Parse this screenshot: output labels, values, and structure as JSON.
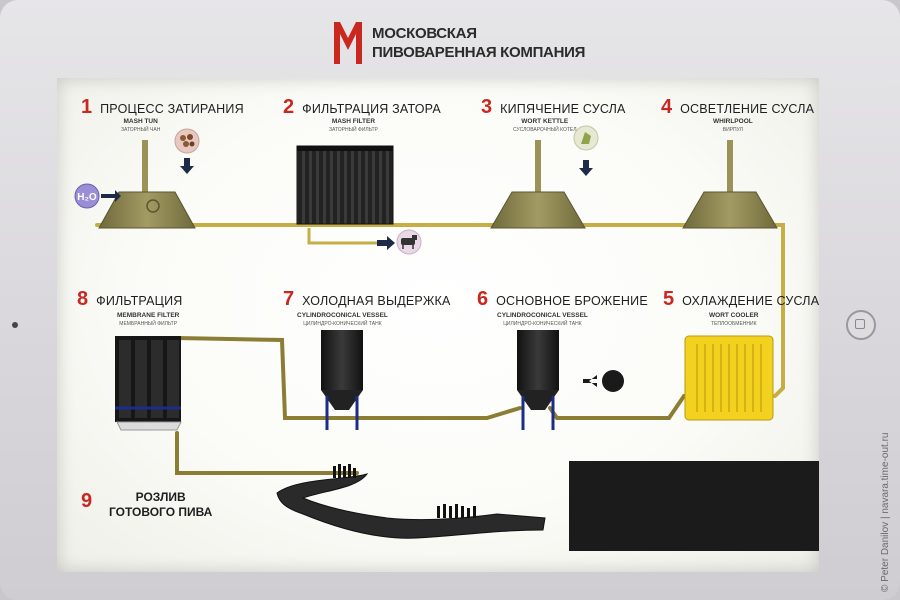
{
  "brand": {
    "line1": "МОСКОВСКАЯ",
    "line2": "ПИВОВАРЕННАЯ КОМПАНИЯ",
    "logo_color": "#c8281f"
  },
  "steps": [
    {
      "num": "1",
      "title": "ПРОЦЕСС ЗАТИРАНИЯ",
      "sub": "MASH TUN",
      "sub_ru": "ЗАТОРНЫЙ ЧАН"
    },
    {
      "num": "2",
      "title": "ФИЛЬТРАЦИЯ ЗАТОРА",
      "sub": "MASH FILTER",
      "sub_ru": "ЗАТОРНЫЙ ФИЛЬТР"
    },
    {
      "num": "3",
      "title": "КИПЯЧЕНИЕ СУСЛА",
      "sub": "WORT KETTLE",
      "sub_ru": "СУСЛОВАРОЧНЫЙ КОТЕЛ"
    },
    {
      "num": "4",
      "title": "ОСВЕТЛЕНИЕ СУСЛА",
      "sub": "WHIRLPOOL",
      "sub_ru": "ВИРПУЛ"
    },
    {
      "num": "5",
      "title": "ОХЛАЖДЕНИЕ СУСЛА",
      "sub": "WORT COOLER",
      "sub_ru": "ТЕПЛООБМЕННИК"
    },
    {
      "num": "6",
      "title": "ОСНОВНОЕ БРОЖЕНИЕ",
      "sub": "CYLINDROCONICAL VESSEL",
      "sub_ru": "ЦИЛИНДРО-КОНИЧЕСКИЙ ТАНК"
    },
    {
      "num": "7",
      "title": "ХОЛОДНАЯ ВЫДЕРЖКА",
      "sub": "CYLINDROCONICAL VESSEL",
      "sub_ru": "ЦИЛИНДРО-КОНИЧЕСКИЙ ТАНК"
    },
    {
      "num": "8",
      "title": "ФИЛЬТРАЦИЯ",
      "sub": "MEMBRANE FILTER",
      "sub_ru": "МЕМБРАННЫЙ ФИЛЬТР"
    },
    {
      "num": "9",
      "line1": "РОЗЛИВ",
      "line2": "ГОТОВОГО ПИВА"
    }
  ],
  "icons": [
    "water-h2o-icon",
    "malt-icon",
    "hops-icon",
    "spent-grain-cow-icon",
    "yeast-icon"
  ],
  "h2o_label": "H₂O",
  "colors": {
    "number": "#c8281f",
    "wort_pipe": "#d9c04a",
    "beer_pipe": "#a8963a",
    "vessel": "#8d8652",
    "cooler": "#f2d21e",
    "dark": "#1f1f1f"
  },
  "credit": "© Peter Danilov | navara.time-out.ru"
}
